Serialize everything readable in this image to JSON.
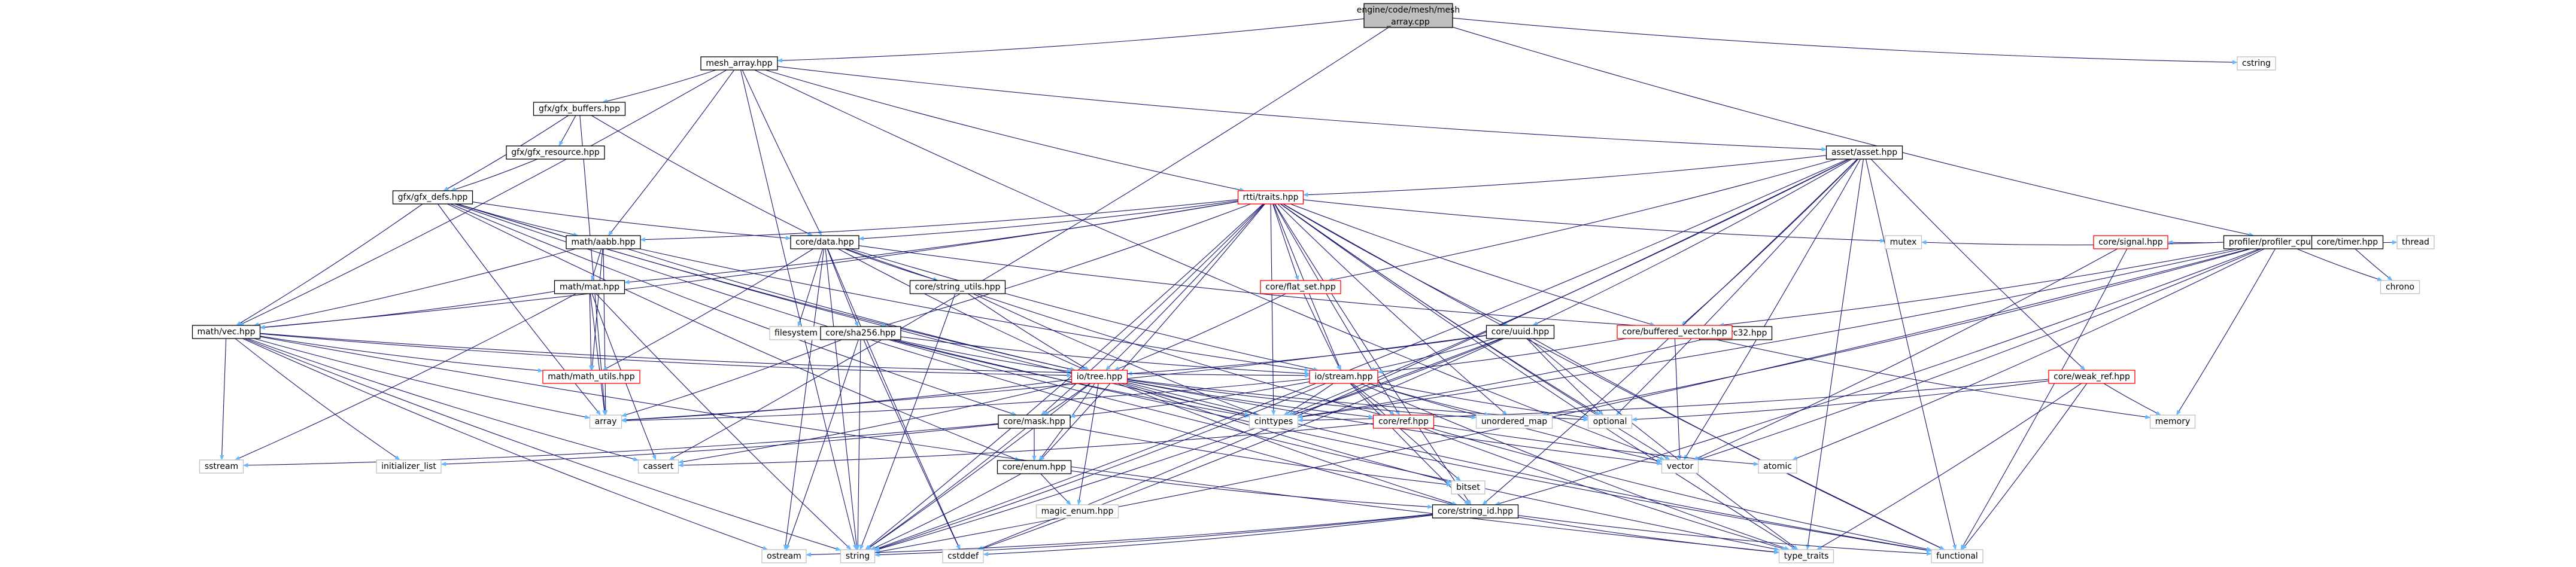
{
  "diagram": {
    "nodes": [
      {
        "id": "root",
        "lines": [
          "engine/code/mesh/mesh",
          "_array.cpp"
        ],
        "style": "root"
      },
      {
        "id": "mesh_array",
        "lines": [
          "mesh_array.hpp"
        ],
        "style": "local"
      },
      {
        "id": "cstring",
        "lines": [
          "cstring"
        ],
        "style": "system"
      },
      {
        "id": "gfx_buffers",
        "lines": [
          "gfx/gfx_buffers.hpp"
        ],
        "style": "local"
      },
      {
        "id": "gfx_resource",
        "lines": [
          "gfx/gfx_resource.hpp"
        ],
        "style": "local"
      },
      {
        "id": "gfx_defs",
        "lines": [
          "gfx/gfx_defs.hpp"
        ],
        "style": "local"
      },
      {
        "id": "rtti_traits",
        "lines": [
          "rtti/traits.hpp"
        ],
        "style": "truncated"
      },
      {
        "id": "asset",
        "lines": [
          "asset/asset.hpp"
        ],
        "style": "local"
      },
      {
        "id": "profiler",
        "lines": [
          "profiler/profiler_cpu.hpp"
        ],
        "style": "local"
      },
      {
        "id": "math_aabb",
        "lines": [
          "math/aabb.hpp"
        ],
        "style": "local"
      },
      {
        "id": "core_data",
        "lines": [
          "core/data.hpp"
        ],
        "style": "local"
      },
      {
        "id": "flat_set",
        "lines": [
          "core/flat_set.hpp"
        ],
        "style": "truncated"
      },
      {
        "id": "math_mat",
        "lines": [
          "math/mat.hpp"
        ],
        "style": "local"
      },
      {
        "id": "filesystem",
        "lines": [
          "filesystem"
        ],
        "style": "system"
      },
      {
        "id": "string_utils",
        "lines": [
          "core/string_utils.hpp"
        ],
        "style": "local"
      },
      {
        "id": "sha256",
        "lines": [
          "core/sha256.hpp"
        ],
        "style": "local"
      },
      {
        "id": "crc32",
        "lines": [
          "core/crc32.hpp"
        ],
        "style": "local"
      },
      {
        "id": "uuid",
        "lines": [
          "core/uuid.hpp"
        ],
        "style": "local"
      },
      {
        "id": "buffered_vector",
        "lines": [
          "core/buffered_vector.hpp"
        ],
        "style": "truncated"
      },
      {
        "id": "math_vec",
        "lines": [
          "math/vec.hpp"
        ],
        "style": "local"
      },
      {
        "id": "math_utils",
        "lines": [
          "math/math_utils.hpp"
        ],
        "style": "truncated"
      },
      {
        "id": "io_tree",
        "lines": [
          "io/tree.hpp"
        ],
        "style": "truncated"
      },
      {
        "id": "io_stream",
        "lines": [
          "io/stream.hpp"
        ],
        "style": "truncated"
      },
      {
        "id": "core_ref",
        "lines": [
          "core/ref.hpp"
        ],
        "style": "truncated"
      },
      {
        "id": "core_mask",
        "lines": [
          "core/mask.hpp"
        ],
        "style": "local"
      },
      {
        "id": "core_enum",
        "lines": [
          "core/enum.hpp"
        ],
        "style": "local"
      },
      {
        "id": "magic_enum",
        "lines": [
          "magic_enum.hpp"
        ],
        "style": "system"
      },
      {
        "id": "string_id",
        "lines": [
          "core/string_id.hpp"
        ],
        "style": "local"
      },
      {
        "id": "signal",
        "lines": [
          "core/signal.hpp"
        ],
        "style": "truncated"
      },
      {
        "id": "weak_ref",
        "lines": [
          "core/weak_ref.hpp"
        ],
        "style": "truncated"
      },
      {
        "id": "timer",
        "lines": [
          "core/timer.hpp"
        ],
        "style": "local"
      },
      {
        "id": "thread",
        "lines": [
          "thread"
        ],
        "style": "system"
      },
      {
        "id": "chrono",
        "lines": [
          "chrono"
        ],
        "style": "system"
      },
      {
        "id": "mutex",
        "lines": [
          "mutex"
        ],
        "style": "system"
      },
      {
        "id": "memory",
        "lines": [
          "memory"
        ],
        "style": "system"
      },
      {
        "id": "optional",
        "lines": [
          "optional"
        ],
        "style": "system"
      },
      {
        "id": "array",
        "lines": [
          "array"
        ],
        "style": "system"
      },
      {
        "id": "cinttypes",
        "lines": [
          "cinttypes"
        ],
        "style": "system"
      },
      {
        "id": "unordered_map",
        "lines": [
          "unordered_map"
        ],
        "style": "system"
      },
      {
        "id": "bitset",
        "lines": [
          "bitset"
        ],
        "style": "system"
      },
      {
        "id": "vector",
        "lines": [
          "vector"
        ],
        "style": "system"
      },
      {
        "id": "atomic",
        "lines": [
          "atomic"
        ],
        "style": "system"
      },
      {
        "id": "cassert",
        "lines": [
          "cassert"
        ],
        "style": "system"
      },
      {
        "id": "sstream",
        "lines": [
          "sstream"
        ],
        "style": "system"
      },
      {
        "id": "initializer_list",
        "lines": [
          "initializer_list"
        ],
        "style": "system"
      },
      {
        "id": "ostream",
        "lines": [
          "ostream"
        ],
        "style": "system"
      },
      {
        "id": "string",
        "lines": [
          "string"
        ],
        "style": "system"
      },
      {
        "id": "cstddef",
        "lines": [
          "cstddef"
        ],
        "style": "system"
      },
      {
        "id": "type_traits",
        "lines": [
          "type_traits"
        ],
        "style": "system"
      },
      {
        "id": "functional",
        "lines": [
          "functional"
        ],
        "style": "system"
      }
    ],
    "edges": [
      [
        "root",
        "mesh_array"
      ],
      [
        "root",
        "cstring"
      ],
      [
        "root",
        "profiler"
      ],
      [
        "root",
        "cassert"
      ],
      [
        "mesh_array",
        "gfx_buffers"
      ],
      [
        "mesh_array",
        "rtti_traits"
      ],
      [
        "mesh_array",
        "asset"
      ],
      [
        "mesh_array",
        "math_aabb"
      ],
      [
        "mesh_array",
        "core_data"
      ],
      [
        "mesh_array",
        "math_vec"
      ],
      [
        "mesh_array",
        "vector"
      ],
      [
        "mesh_array",
        "string"
      ],
      [
        "gfx_buffers",
        "gfx_resource"
      ],
      [
        "gfx_buffers",
        "gfx_defs"
      ],
      [
        "gfx_buffers",
        "core_data"
      ],
      [
        "gfx_buffers",
        "array"
      ],
      [
        "gfx_resource",
        "gfx_defs"
      ],
      [
        "gfx_defs",
        "math_vec"
      ],
      [
        "gfx_defs",
        "math_aabb"
      ],
      [
        "gfx_defs",
        "core_data"
      ],
      [
        "gfx_defs",
        "io_tree"
      ],
      [
        "gfx_defs",
        "array"
      ],
      [
        "gfx_defs",
        "cinttypes"
      ],
      [
        "gfx_defs",
        "core_mask"
      ],
      [
        "gfx_defs",
        "core_enum"
      ],
      [
        "gfx_defs",
        "string_id"
      ],
      [
        "rtti_traits",
        "core_data"
      ],
      [
        "rtti_traits",
        "flat_set"
      ],
      [
        "rtti_traits",
        "string"
      ],
      [
        "rtti_traits",
        "io_tree"
      ],
      [
        "rtti_traits",
        "io_stream"
      ],
      [
        "rtti_traits",
        "uuid"
      ],
      [
        "rtti_traits",
        "buffered_vector"
      ],
      [
        "rtti_traits",
        "math_vec"
      ],
      [
        "rtti_traits",
        "math_aabb"
      ],
      [
        "rtti_traits",
        "math_mat"
      ],
      [
        "rtti_traits",
        "mutex"
      ],
      [
        "rtti_traits",
        "sha256"
      ],
      [
        "rtti_traits",
        "core_ref"
      ],
      [
        "rtti_traits",
        "vector"
      ],
      [
        "rtti_traits",
        "optional"
      ],
      [
        "rtti_traits",
        "unordered_map"
      ],
      [
        "rtti_traits",
        "cinttypes"
      ],
      [
        "rtti_traits",
        "core_mask"
      ],
      [
        "rtti_traits",
        "core_enum"
      ],
      [
        "rtti_traits",
        "string_id"
      ],
      [
        "rtti_traits",
        "type_traits"
      ],
      [
        "rtti_traits",
        "functional"
      ],
      [
        "asset",
        "rtti_traits"
      ],
      [
        "asset",
        "uuid"
      ],
      [
        "asset",
        "weak_ref"
      ],
      [
        "asset",
        "flat_set"
      ],
      [
        "asset",
        "buffered_vector"
      ],
      [
        "asset",
        "optional"
      ],
      [
        "asset",
        "vector"
      ],
      [
        "asset",
        "string"
      ],
      [
        "asset",
        "string_id"
      ],
      [
        "asset",
        "type_traits"
      ],
      [
        "asset",
        "functional"
      ],
      [
        "asset",
        "cstddef"
      ],
      [
        "asset",
        "cinttypes"
      ],
      [
        "profiler",
        "signal"
      ],
      [
        "profiler",
        "timer"
      ],
      [
        "profiler",
        "thread"
      ],
      [
        "profiler",
        "chrono"
      ],
      [
        "profiler",
        "mutex"
      ],
      [
        "profiler",
        "memory"
      ],
      [
        "profiler",
        "atomic"
      ],
      [
        "profiler",
        "vector"
      ],
      [
        "profiler",
        "string"
      ],
      [
        "profiler",
        "buffered_vector"
      ],
      [
        "profiler",
        "cinttypes"
      ],
      [
        "profiler",
        "unordered_map"
      ],
      [
        "profiler",
        "string_id"
      ],
      [
        "math_aabb",
        "math_mat"
      ],
      [
        "math_aabb",
        "math_vec"
      ],
      [
        "math_aabb",
        "math_utils"
      ],
      [
        "math_aabb",
        "array"
      ],
      [
        "math_aabb",
        "io_tree"
      ],
      [
        "math_aabb",
        "io_stream"
      ],
      [
        "core_data",
        "filesystem"
      ],
      [
        "core_data",
        "string_utils"
      ],
      [
        "core_data",
        "sha256"
      ],
      [
        "core_data",
        "crc32"
      ],
      [
        "core_data",
        "io_tree"
      ],
      [
        "core_data",
        "io_stream"
      ],
      [
        "core_data",
        "ostream"
      ],
      [
        "core_data",
        "cstddef"
      ],
      [
        "core_data",
        "string"
      ],
      [
        "core_data",
        "core_ref"
      ],
      [
        "core_data",
        "math_utils"
      ],
      [
        "flat_set",
        "io_tree"
      ],
      [
        "flat_set",
        "io_stream"
      ],
      [
        "math_mat",
        "math_vec"
      ],
      [
        "math_mat",
        "math_utils"
      ],
      [
        "math_mat",
        "array"
      ],
      [
        "math_mat",
        "sstream"
      ],
      [
        "math_mat",
        "cassert"
      ],
      [
        "math_mat",
        "string"
      ],
      [
        "string_utils",
        "cinttypes"
      ],
      [
        "string_utils",
        "io_tree"
      ],
      [
        "string_utils",
        "string"
      ],
      [
        "sha256",
        "array"
      ],
      [
        "sha256",
        "cinttypes"
      ],
      [
        "sha256",
        "io_tree"
      ],
      [
        "sha256",
        "io_stream"
      ],
      [
        "sha256",
        "ostream"
      ],
      [
        "sha256",
        "string"
      ],
      [
        "sha256",
        "cstddef"
      ],
      [
        "sha256",
        "type_traits"
      ],
      [
        "sha256",
        "functional"
      ],
      [
        "crc32",
        "cinttypes"
      ],
      [
        "uuid",
        "io_tree"
      ],
      [
        "uuid",
        "io_stream"
      ],
      [
        "uuid",
        "cinttypes"
      ],
      [
        "uuid",
        "array"
      ],
      [
        "uuid",
        "string"
      ],
      [
        "uuid",
        "optional"
      ],
      [
        "uuid",
        "functional"
      ],
      [
        "uuid",
        "cstddef"
      ],
      [
        "uuid",
        "type_traits"
      ],
      [
        "buffered_vector",
        "vector"
      ],
      [
        "buffered_vector",
        "memory"
      ],
      [
        "buffered_vector",
        "io_stream"
      ],
      [
        "math_vec",
        "math_utils"
      ],
      [
        "math_vec",
        "array"
      ],
      [
        "math_vec",
        "sstream"
      ],
      [
        "math_vec",
        "cassert"
      ],
      [
        "math_vec",
        "initializer_list"
      ],
      [
        "math_vec",
        "ostream"
      ],
      [
        "math_vec",
        "string"
      ],
      [
        "math_vec",
        "type_traits"
      ],
      [
        "math_vec",
        "io_tree"
      ],
      [
        "math_vec",
        "io_stream"
      ],
      [
        "io_tree",
        "core_ref"
      ],
      [
        "io_tree",
        "core_mask"
      ],
      [
        "io_tree",
        "core_enum"
      ],
      [
        "io_tree",
        "string_id"
      ],
      [
        "io_tree",
        "array"
      ],
      [
        "io_tree",
        "cinttypes"
      ],
      [
        "io_tree",
        "unordered_map"
      ],
      [
        "io_tree",
        "optional"
      ],
      [
        "io_tree",
        "vector"
      ],
      [
        "io_tree",
        "bitset"
      ],
      [
        "io_tree",
        "functional"
      ],
      [
        "io_tree",
        "magic_enum"
      ],
      [
        "io_tree",
        "cassert"
      ],
      [
        "io_tree",
        "string"
      ],
      [
        "io_stream",
        "core_ref"
      ],
      [
        "io_stream",
        "core_mask"
      ],
      [
        "io_stream",
        "string_id"
      ],
      [
        "io_stream",
        "array"
      ],
      [
        "io_stream",
        "cinttypes"
      ],
      [
        "io_stream",
        "unordered_map"
      ],
      [
        "io_stream",
        "optional"
      ],
      [
        "io_stream",
        "vector"
      ],
      [
        "io_stream",
        "bitset"
      ],
      [
        "io_stream",
        "string"
      ],
      [
        "io_stream",
        "type_traits"
      ],
      [
        "core_ref",
        "atomic"
      ],
      [
        "core_ref",
        "cassert"
      ],
      [
        "core_ref",
        "type_traits"
      ],
      [
        "core_ref",
        "functional"
      ],
      [
        "core_mask",
        "bitset"
      ],
      [
        "core_mask",
        "core_enum"
      ],
      [
        "core_mask",
        "initializer_list"
      ],
      [
        "core_mask",
        "sstream"
      ],
      [
        "core_mask",
        "string"
      ],
      [
        "core_enum",
        "magic_enum"
      ],
      [
        "core_enum",
        "string"
      ],
      [
        "core_enum",
        "string_id"
      ],
      [
        "string_id",
        "string"
      ],
      [
        "string_id",
        "ostream"
      ],
      [
        "string_id",
        "cstddef"
      ],
      [
        "string_id",
        "type_traits"
      ],
      [
        "string_id",
        "functional"
      ],
      [
        "signal",
        "vector"
      ],
      [
        "signal",
        "functional"
      ],
      [
        "weak_ref",
        "memory"
      ],
      [
        "weak_ref",
        "optional"
      ],
      [
        "weak_ref",
        "type_traits"
      ],
      [
        "weak_ref",
        "functional"
      ],
      [
        "weak_ref",
        "cinttypes"
      ],
      [
        "timer",
        "chrono"
      ]
    ]
  }
}
